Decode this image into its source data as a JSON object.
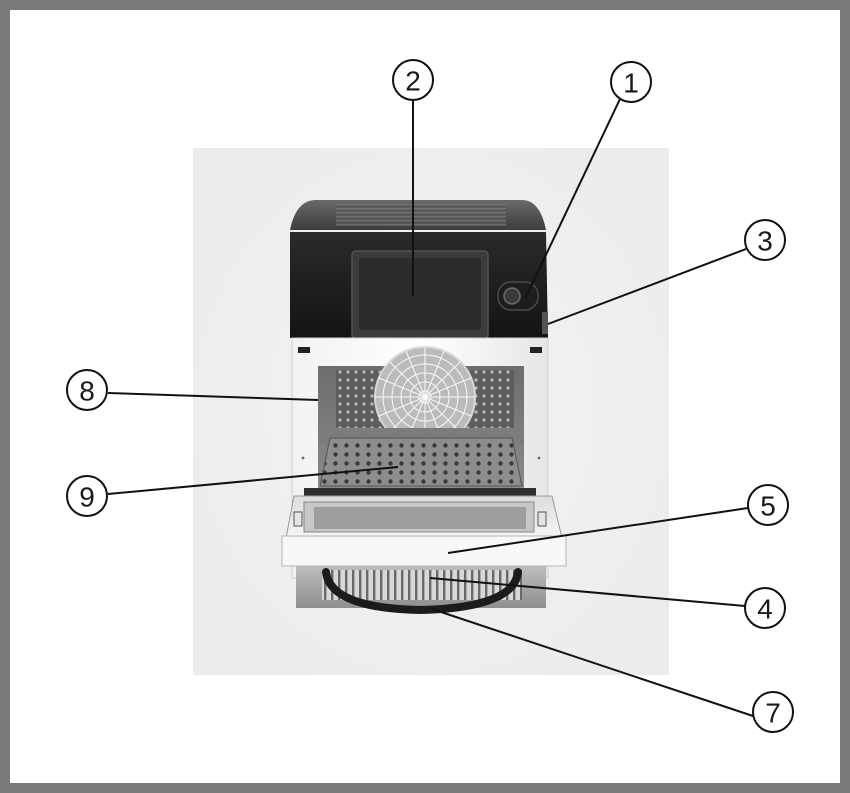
{
  "callouts": [
    {
      "id": "1",
      "label": "1"
    },
    {
      "id": "2",
      "label": "2"
    },
    {
      "id": "3",
      "label": "3"
    },
    {
      "id": "4",
      "label": "4"
    },
    {
      "id": "5",
      "label": "5"
    },
    {
      "id": "7",
      "label": "7"
    },
    {
      "id": "8",
      "label": "8"
    },
    {
      "id": "9",
      "label": "9"
    }
  ]
}
